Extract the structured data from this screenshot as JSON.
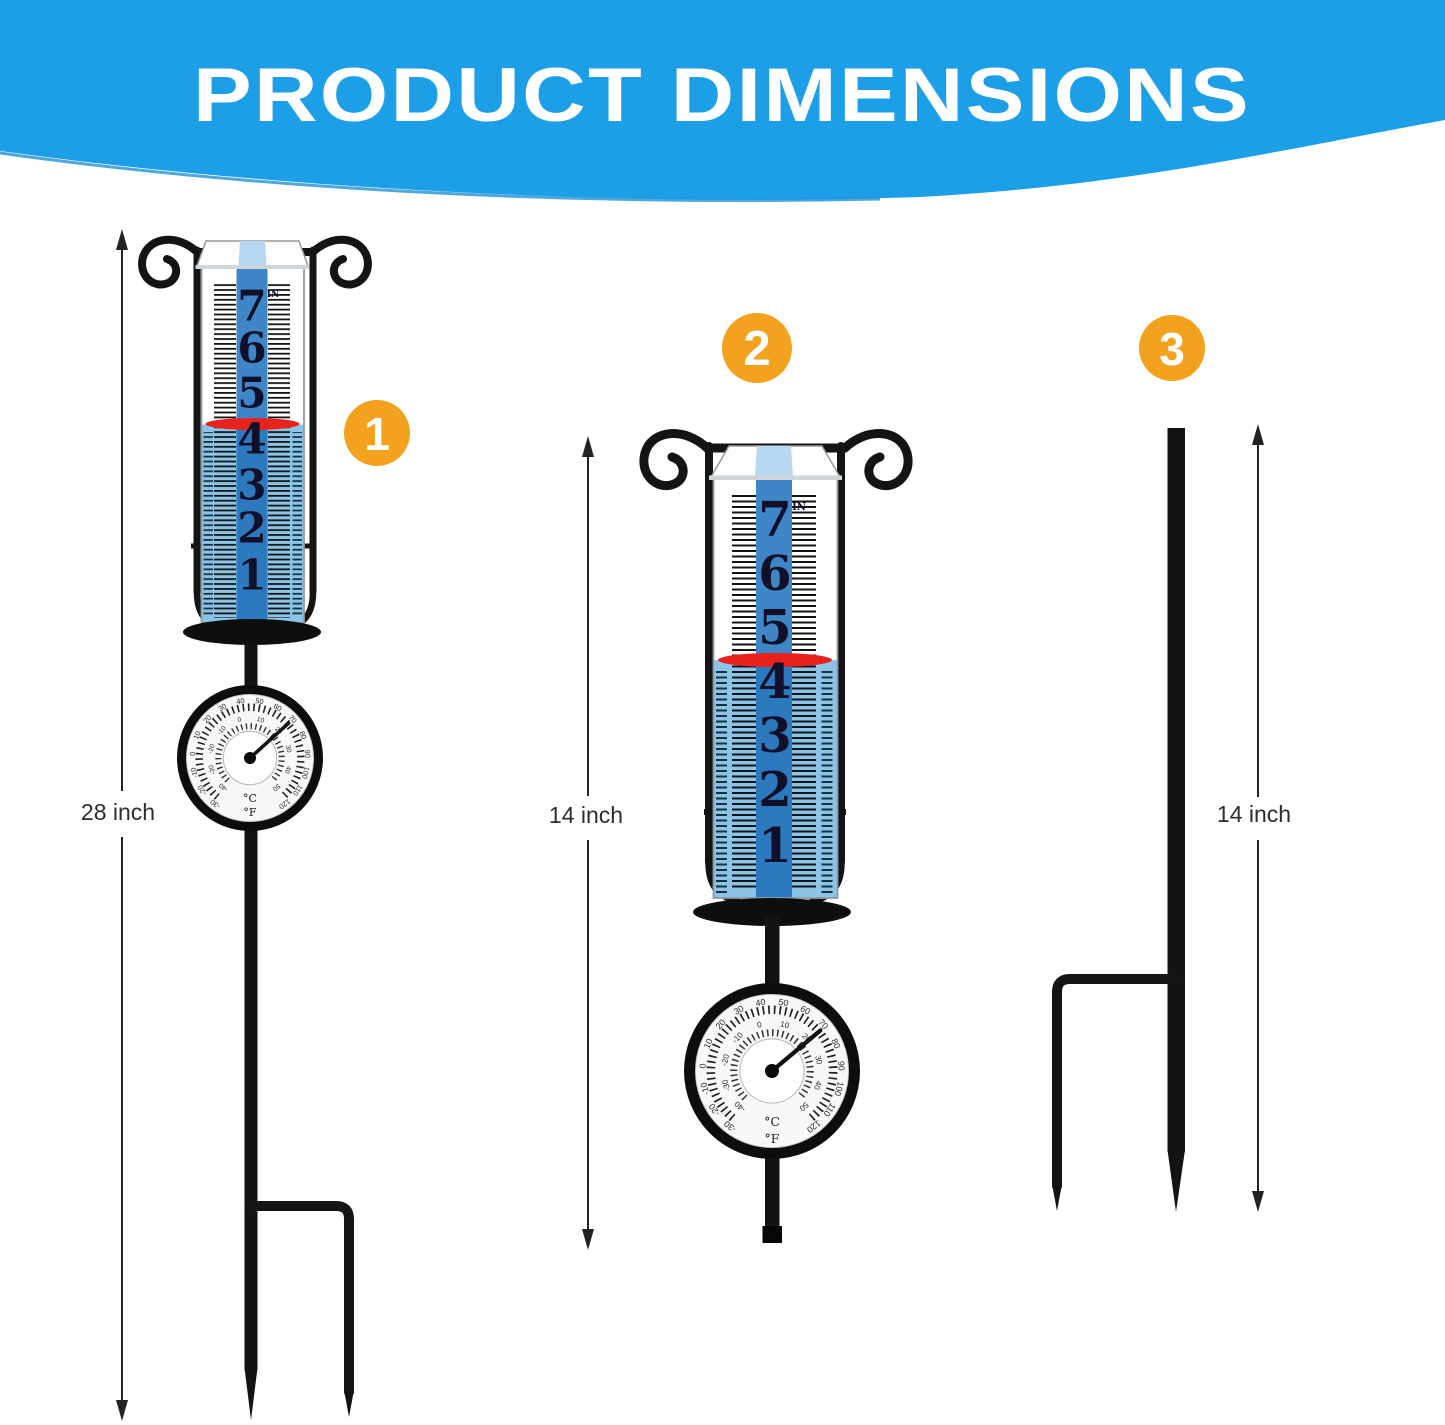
{
  "banner": {
    "title": "PRODUCT DIMENSIONS",
    "bg_color": "#1d9fe8",
    "text_color": "#ffffff"
  },
  "items": [
    {
      "badge": "1",
      "dimension": "28 inch",
      "unit_mark": "IN",
      "scale_numbers": [
        "7",
        "6",
        "5",
        "4",
        "3",
        "2",
        "1"
      ],
      "dial": {
        "c": "°C",
        "f": "°F"
      }
    },
    {
      "badge": "2",
      "dimension": "14 inch",
      "unit_mark": "IN",
      "scale_numbers": [
        "7",
        "6",
        "5",
        "4",
        "3",
        "2",
        "1"
      ],
      "dial": {
        "c": "°C",
        "f": "°F"
      }
    },
    {
      "badge": "3",
      "dimension": "14 inch"
    }
  ],
  "dial_scales": {
    "fahrenheit": [
      "-30",
      "-20",
      "-10",
      "0",
      "10",
      "20",
      "30",
      "40",
      "50",
      "60",
      "70",
      "80",
      "90",
      "100",
      "110",
      "120"
    ],
    "celsius": [
      "-40",
      "-30",
      "-20",
      "-10",
      "0",
      "10",
      "20",
      "30",
      "40",
      "50"
    ]
  },
  "colors": {
    "banner_blue": "#1d9fe8",
    "badge_orange": "#f2a21f",
    "water_blue": "#8cc4e8",
    "stripe_blue_top": "#3e86c6",
    "stripe_blue_bottom": "#2d79bd",
    "red_level_line": "#e8231d",
    "metal_black": "#141414"
  }
}
